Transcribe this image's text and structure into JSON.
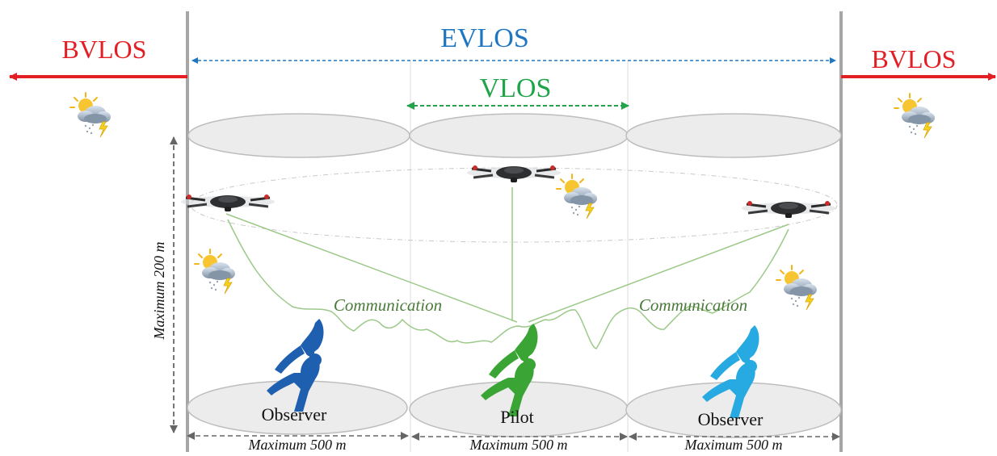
{
  "labels": {
    "bvlos_left": "BVLOS",
    "bvlos_right": "BVLOS",
    "evlos": "EVLOS",
    "vlos": "VLOS",
    "communication_left": "Communication",
    "communication_right": "Communication",
    "max_height": "Maximum 200 m",
    "max_width_1": "Maximum 500 m",
    "max_width_2": "Maximum 500 m",
    "max_width_3": "Maximum 500 m"
  },
  "people": [
    {
      "role": "Observer",
      "color": "#1f5fb0"
    },
    {
      "role": "Pilot",
      "color": "#3aa535"
    },
    {
      "role": "Observer",
      "color": "#27a9e1"
    }
  ],
  "colors": {
    "bvlos": "#e31e24",
    "evlos": "#1f76c0",
    "vlos": "#21a34a",
    "boundary": "#a6a6a6",
    "ellipse_fill": "#ececec",
    "ellipse_stroke": "#bdbdbd",
    "comm_line": "#9cc98a",
    "dimension": "#666666"
  },
  "icons": [
    "drone-icon",
    "weather-icon",
    "person-icon"
  ]
}
